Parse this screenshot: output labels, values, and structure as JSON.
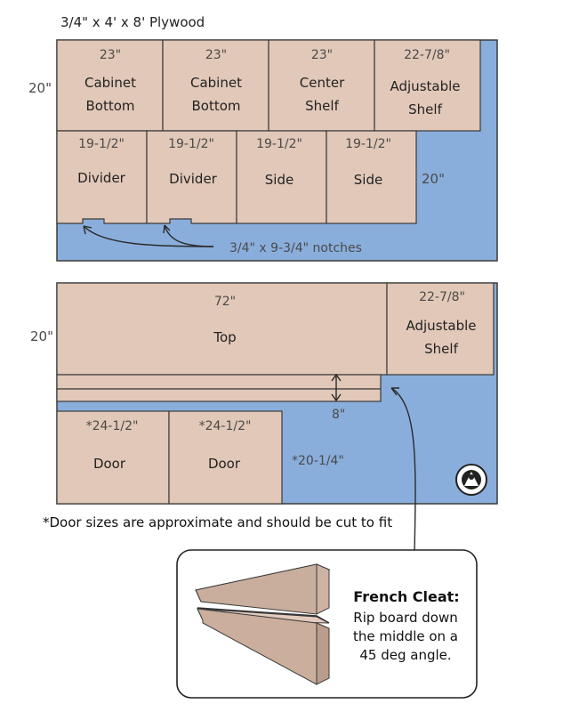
{
  "title": "3/4\" x 4' x 8' Plywood",
  "sheet1": {
    "side_label": "20\"",
    "right_label": "20\"",
    "row1": [
      {
        "dim": "23\"",
        "line1": "Cabinet",
        "line2": "Bottom"
      },
      {
        "dim": "23\"",
        "line1": "Cabinet",
        "line2": "Bottom"
      },
      {
        "dim": "23\"",
        "line1": "Center",
        "line2": "Shelf"
      },
      {
        "dim": "22-7/8\"",
        "line1": "Adjustable",
        "line2": "Shelf"
      }
    ],
    "row2": [
      {
        "dim": "19-1/2\"",
        "label": "Divider"
      },
      {
        "dim": "19-1/2\"",
        "label": "Divider"
      },
      {
        "dim": "19-1/2\"",
        "label": "Side"
      },
      {
        "dim": "19-1/2\"",
        "label": "Side"
      }
    ],
    "notch_label": "3/4\" x 9-3/4\" notches"
  },
  "sheet2": {
    "side_label": "20\"",
    "top": {
      "dim": "72\"",
      "label": "Top"
    },
    "shelf": {
      "dim": "22-7/8\"",
      "line1": "Adjustable",
      "line2": "Shelf"
    },
    "strip_label": "8\"",
    "doors": [
      {
        "dim": "*24-1/2\"",
        "label": "Door"
      },
      {
        "dim": "*24-1/2\"",
        "label": "Door"
      }
    ],
    "remainder_label": "*20-1/4\""
  },
  "footnote": "*Door sizes are approximate and should be cut to fit",
  "cleat": {
    "title": "French Cleat:",
    "lines": [
      "Rip board down",
      "the middle on a",
      "45 deg angle."
    ]
  },
  "colors": {
    "sheet": "#8aaedc",
    "piece": "#e2c8b8",
    "outline": "#3a3a3a"
  },
  "icons": [
    "logo-badge-icon"
  ]
}
